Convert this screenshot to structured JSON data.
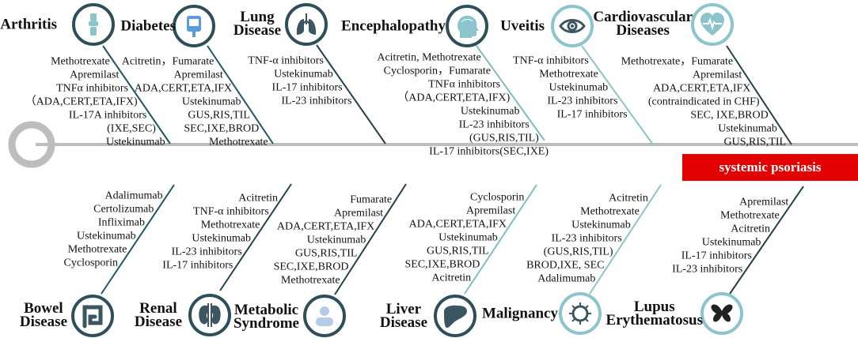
{
  "center_label": "systemic psoriasis",
  "colors": {
    "dark": "#2e4f5a",
    "light": "#8cc4cc",
    "spine": "#bdbdbd",
    "center": "#e30000"
  },
  "branches": [
    {
      "id": "arthritis",
      "label": [
        "Arthritis"
      ],
      "icon": "joint-icon",
      "tone": "dark",
      "drugs": [
        "Methotrexate",
        "Apremilast",
        "TNFα inhibitors",
        "（ADA,CERT,ETA,IFX)",
        "IL-17A inhibitors",
        "(IXE,SEC)",
        "Ustekinumab"
      ]
    },
    {
      "id": "diabetes",
      "label": [
        "Diabetes"
      ],
      "icon": "iv-bag-icon",
      "tone": "dark",
      "drugs": [
        "Acitretin，Fumarate",
        "Apremilast",
        "ADA,CERT,ETA,IFX",
        "Ustekinumab",
        "GUS,RIS,TIL",
        "SEC,IXE,BROD",
        "Methotrexate"
      ]
    },
    {
      "id": "lung",
      "label": [
        "Lung",
        "Disease"
      ],
      "icon": "lungs-icon",
      "tone": "dark",
      "drugs": [
        "TNF-α inhibitors",
        "Ustekinumab",
        "IL-17 inhibitors",
        "IL-23 inhibitors"
      ]
    },
    {
      "id": "encephalopathy",
      "label": [
        "Encephalopathy"
      ],
      "icon": "brain-head-icon",
      "tone": "dark",
      "drugs": [
        "Acitretin, Methotrexate",
        "Cyclosporin，Fumarate",
        "TNFα inhibitors",
        "（ADA,CERT,ETA,IFX)",
        "Ustekinumab",
        "IL-23 inhibitors",
        "(GUS,RIS,TIL)",
        "IL-17 inhibitors(SEC,IXE)"
      ]
    },
    {
      "id": "uveitis",
      "label": [
        "Uveitis"
      ],
      "icon": "eye-icon",
      "tone": "light",
      "drugs": [
        "TNF-α inhibitors",
        "Methotrexate",
        "Ustekinumab",
        "IL-23 inhibitors",
        "IL-17 inhibitors"
      ]
    },
    {
      "id": "cardiovascular",
      "label": [
        "Cardiovascular",
        "Diseases"
      ],
      "icon": "heart-pulse-icon",
      "tone": "light",
      "drugs": [
        "Methotrexate，Fumarate",
        "Apremilast",
        "ADA,CERT,ETA,IFX",
        "(contraindicated in CHF)",
        "SEC,  IXE,BROD",
        "Ustekinumab",
        "GUS,RIS,TIL"
      ]
    },
    {
      "id": "bowel",
      "label": [
        "Bowel",
        "Disease"
      ],
      "icon": "intestine-icon",
      "tone": "dark",
      "drugs": [
        "Adalimumab",
        "Certolizumab",
        "Infliximab",
        "Ustekinumab",
        "Methotrexate",
        "Cyclosporin"
      ]
    },
    {
      "id": "renal",
      "label": [
        "Renal",
        "Disease"
      ],
      "icon": "kidneys-icon",
      "tone": "dark",
      "drugs": [
        "Acitretin",
        "TNF-α inhibitors",
        "Methotrexate",
        "Ustekinumab",
        "IL-23 inhibitors",
        "IL-17 inhibitors"
      ]
    },
    {
      "id": "metabolic",
      "label": [
        "Metabolic",
        "Syndrome"
      ],
      "icon": "person-icon",
      "tone": "dark",
      "drugs": [
        "Fumarate",
        "Apremilast",
        "ADA,CERT,ETA,IFX",
        "Ustekinumab",
        "GUS,RIS,TIL",
        "SEC,IXE,BROD",
        "Methotrexate"
      ]
    },
    {
      "id": "liver",
      "label": [
        "Liver",
        "Disease"
      ],
      "icon": "liver-icon",
      "tone": "dark",
      "drugs": [
        "Cyclosporin",
        "Apremilast",
        "ADA,CERT,ETA,IFX",
        "Ustekinumab",
        "GUS,RIS,TIL",
        "SEC,IXE,BROD",
        "Acitretin"
      ]
    },
    {
      "id": "malignancy",
      "label": [
        "Malignancy"
      ],
      "icon": "virus-icon",
      "tone": "light",
      "drugs": [
        "Acitretin",
        "Methotrexate",
        "Ustekinumab",
        "IL-23 inhibitors",
        "(GUS,RIS,TIL)",
        "BROD,IXE, SEC",
        "Adalimumab"
      ]
    },
    {
      "id": "lupus",
      "label": [
        "Lupus",
        "Erythematosus"
      ],
      "icon": "butterfly-icon",
      "tone": "light",
      "drugs": [
        "Apremilast",
        "Methotrexate",
        "Acitretin",
        "Ustekinumab",
        "IL-17 inhibitors",
        "IL-23 inhibitors"
      ]
    }
  ]
}
